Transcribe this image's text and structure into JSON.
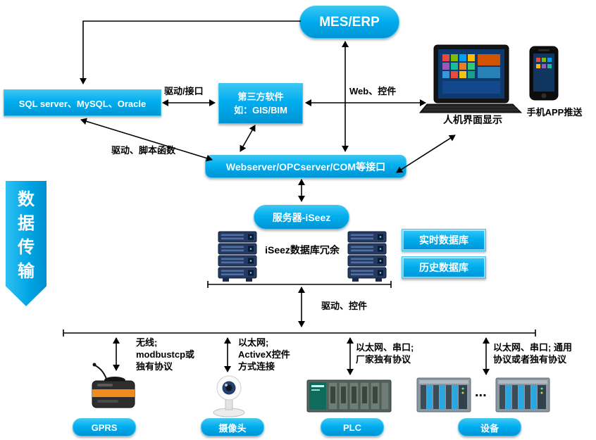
{
  "ribbon": {
    "label": "数据传输"
  },
  "nodes": {
    "mes": "MES/ERP",
    "sql": "SQL server、MySQL、Oracle",
    "third_party": {
      "line1": "第三方软件",
      "line2": "如：GIS/BIM"
    },
    "webserver": "Webserver/OPCserver/COM等接口",
    "server": "服务器-iSeez",
    "db_redundancy": "iSeez数据库冗余",
    "realtime_db": "实时数据库",
    "history_db": "历史数据库",
    "hmi": "人机界面显示",
    "mobile": "手机APP推送",
    "ellipsis": "..."
  },
  "edge_labels": {
    "drive_interface": "驱动/接口",
    "web_controls": "Web、控件",
    "drive_script": "驱动、脚本函数",
    "drive_widget": "驱动、控件",
    "gprs_link": {
      "line1": "无线;",
      "line2": "modbustcp或",
      "line3": "独有协议"
    },
    "camera_link": {
      "line1": "以太网;",
      "line2": "ActiveX控件",
      "line3": "方式连接"
    },
    "plc_link": {
      "line1": "以太网、串口;",
      "line2": "厂家独有协议"
    },
    "device_link": {
      "line1": "以太网、串口; 通用",
      "line2": "协议或者独有协议"
    }
  },
  "terminals": {
    "gprs": "GPRS",
    "camera": "摄像头",
    "plc": "PLC",
    "device": "设备"
  },
  "colors": {
    "accent": "#00b0f0",
    "line": "#000000"
  }
}
